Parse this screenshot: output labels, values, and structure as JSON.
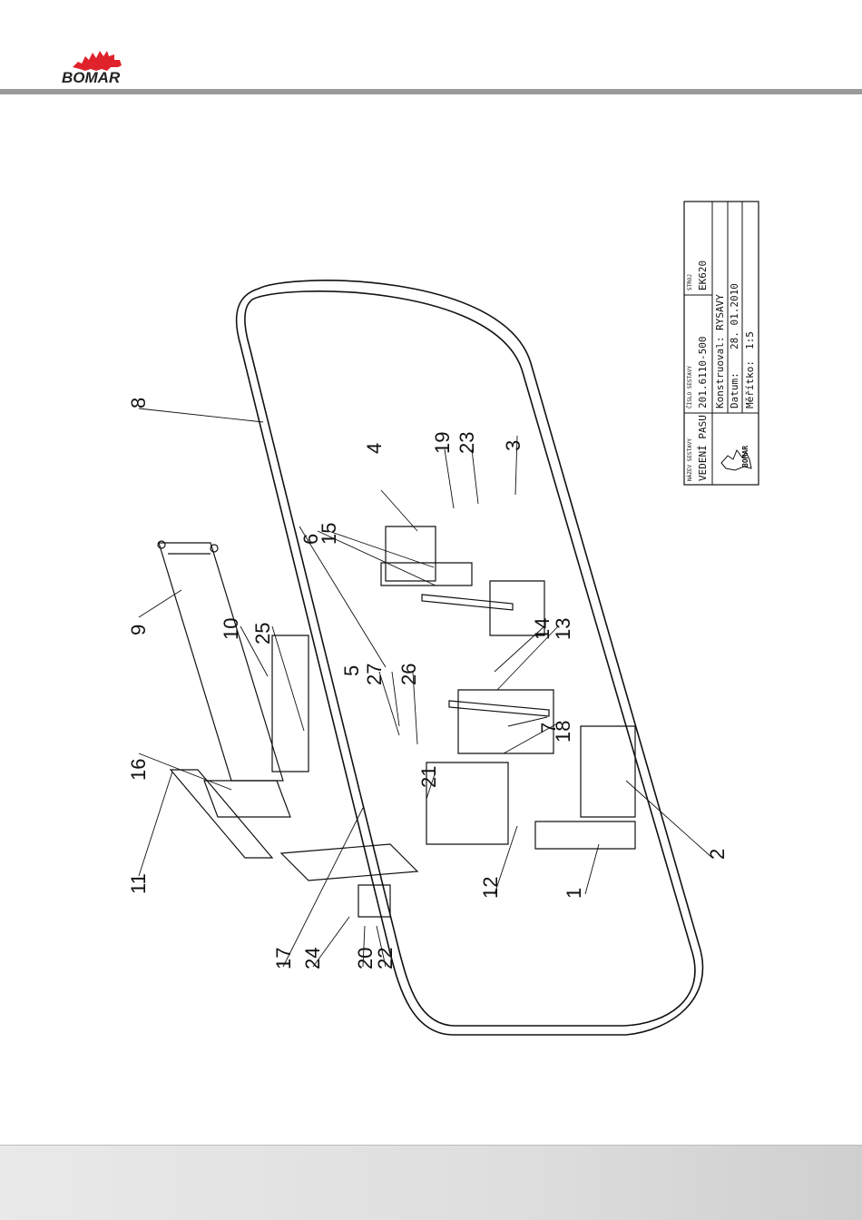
{
  "brand": {
    "name": "BOMAR",
    "reg_mark": "®"
  },
  "part_numbers": [
    "1",
    "2",
    "3",
    "4",
    "5",
    "6",
    "7",
    "8",
    "9",
    "10",
    "11",
    "12",
    "13",
    "14",
    "15",
    "16",
    "17",
    "18",
    "19",
    "20",
    "21",
    "22",
    "23",
    "24",
    "25",
    "26",
    "27"
  ],
  "title_block": {
    "assembly_name_label": "NÁZEV SESTAVY",
    "assembly_name": "VEDENÍ PASU",
    "assembly_number_label": "ČÍSLO SESTAVY",
    "assembly_number": "201.6110-500",
    "machine_label": "STROJ",
    "machine": "EK620",
    "designer": "Konstruoval: RYSAVY",
    "date_label": "Datum:",
    "date_value": "28. 01.2010",
    "scale_label": "Měřítko:",
    "scale_value": "1:5",
    "logo_text": "BOMAR"
  },
  "colors": {
    "rule": "#9a9a9a",
    "line": "#111111",
    "footer": "#dedede",
    "logo_red": "#e0222b"
  }
}
